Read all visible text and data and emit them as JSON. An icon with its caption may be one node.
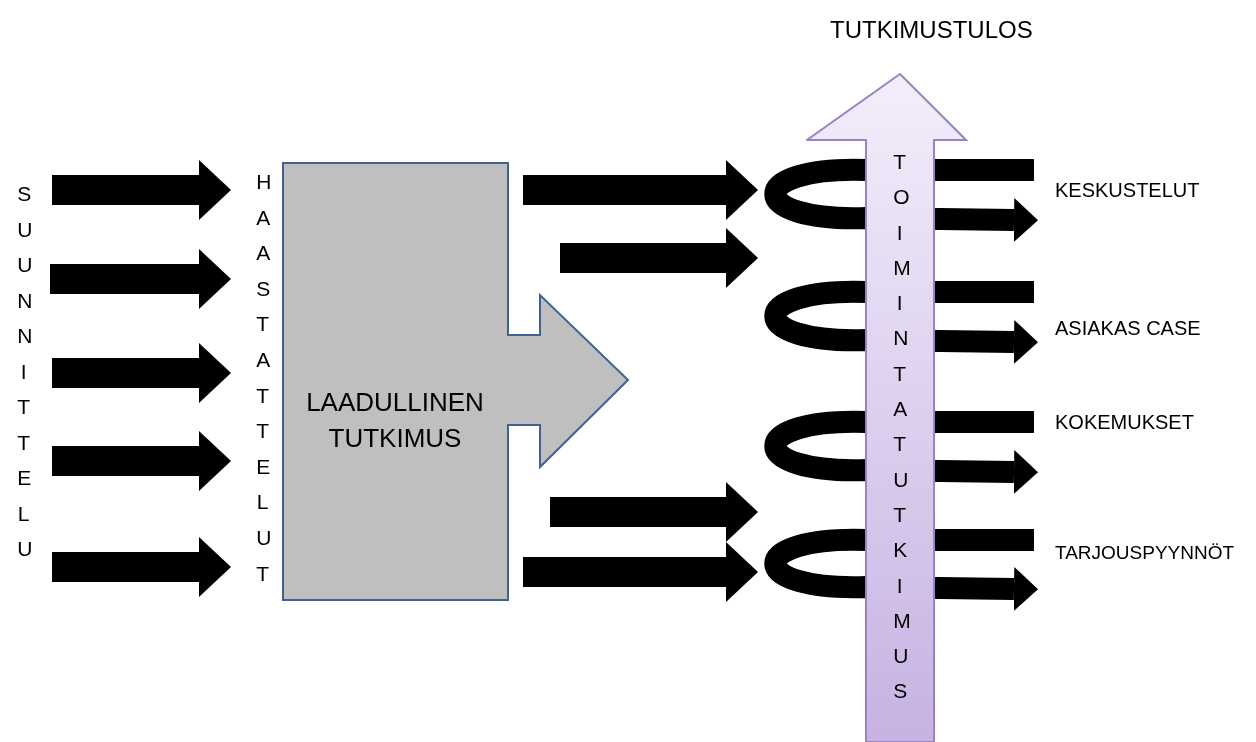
{
  "diagram": {
    "nodes": [
      {
        "text": [
          "SUUNNITTELU"
        ]
      },
      {
        "text": [
          "HAASTATTELUT"
        ]
      },
      {
        "text": [
          "LAADULLINEN TUTKIMUS"
        ]
      },
      {
        "text": [
          "TOIMINTATUTKIMUS"
        ]
      },
      {
        "text": [
          "KESKUSTELUT"
        ]
      },
      {
        "text": [
          "ASIAKAS CASE"
        ]
      },
      {
        "text": [
          "KOKEMUKSET"
        ]
      },
      {
        "text": [
          "TARJOUSPYYNNÖT"
        ]
      }
    ],
    "edges": [
      {
        "from": 0,
        "to": 1,
        "arrow": "to"
      },
      {
        "from": 0,
        "to": 1,
        "arrow": "to"
      },
      {
        "from": 0,
        "to": 1,
        "arrow": "to"
      },
      {
        "from": 0,
        "to": 1,
        "arrow": "to"
      },
      {
        "from": 0,
        "to": 1,
        "arrow": "to"
      },
      {
        "from": 2,
        "to": 3,
        "arrow": "to"
      },
      {
        "from": 2,
        "to": 3,
        "arrow": "to"
      },
      {
        "from": 2,
        "to": 3,
        "arrow": "to"
      },
      {
        "from": 2,
        "to": 3,
        "arrow": "to"
      },
      {
        "from": 3,
        "to": 4,
        "arrow": "to"
      },
      {
        "from": 3,
        "to": 5,
        "arrow": "to"
      },
      {
        "from": 3,
        "to": 6,
        "arrow": "to"
      },
      {
        "from": 3,
        "to": 7,
        "arrow": "to"
      }
    ],
    "labels": [
      "TUTKIMUSTULOS"
    ]
  }
}
